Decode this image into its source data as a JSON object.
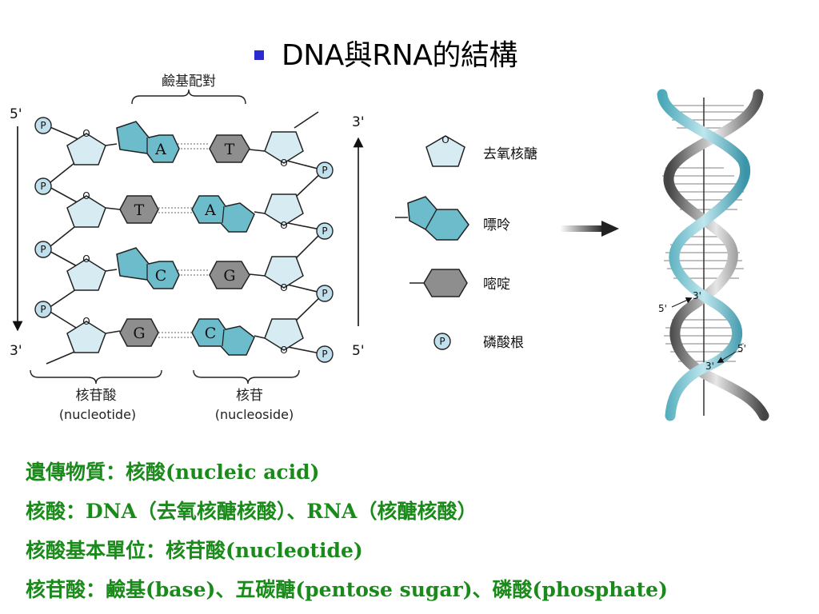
{
  "slide": {
    "title": "DNA與RNA的結構",
    "lines": [
      "遺傳物質：核酸(nucleic acid)",
      "核酸：DNA（去氧核醣核酸）、RNA（核醣核酸）",
      "核酸基本單位：核苷酸(nucleotide)",
      "核苷酸：鹼基(base)、五碳醣(pentose sugar)、磷酸(phosphate)"
    ]
  },
  "diagram": {
    "base_pairing_label": "鹼基配對",
    "strand_left_top": "5'",
    "strand_left_bottom": "3'",
    "strand_right_top": "3'",
    "strand_right_bottom": "5'",
    "phosphate_symbol": "P",
    "sugar_oxygen": "O",
    "pairs": [
      {
        "left": "A",
        "right": "T"
      },
      {
        "left": "T",
        "right": "A"
      },
      {
        "left": "C",
        "right": "G"
      },
      {
        "left": "G",
        "right": "C"
      }
    ],
    "nucleotide_label": "核苷酸",
    "nucleotide_en": "(nucleotide)",
    "nucleoside_label": "核苷",
    "nucleoside_en": "(nucleoside)"
  },
  "legend": {
    "sugar": "去氧核醣",
    "purine": "嘌呤",
    "pyrimidine": "嘧啶",
    "phosphate": "磷酸根"
  },
  "helix": {
    "upper_left": "5'",
    "upper_right": "3'",
    "lower_right": "5'",
    "lower_left": "3'"
  },
  "colors": {
    "bullet": "#2a2ad0",
    "purine": "#6cbccc",
    "pyrimidine": "#8e8e8e",
    "sugar": "#d7ecf2",
    "phosphate": "#bfe0ec",
    "body_text": "#1a8a1a"
  }
}
